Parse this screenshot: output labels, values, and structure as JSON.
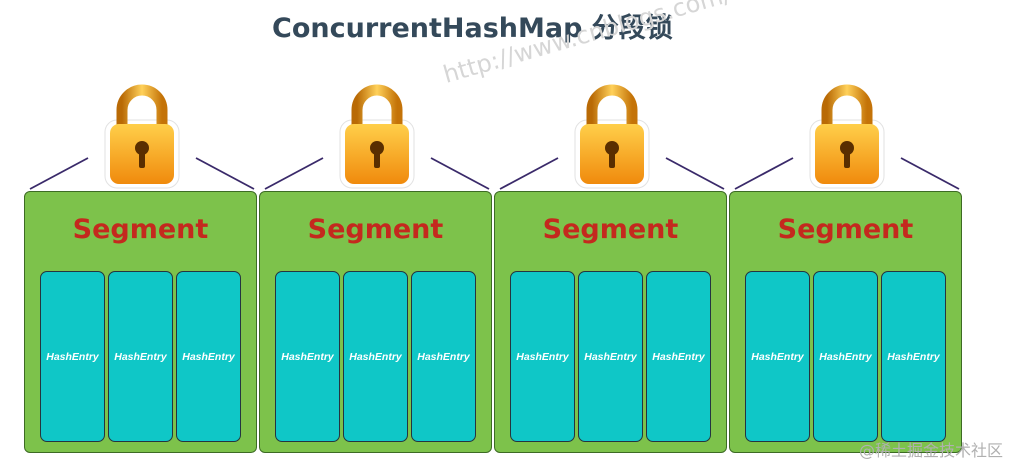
{
  "title": "ConcurrentHashMap 分段锁",
  "watermark": "http://www.cnblogs.com/chengxiao",
  "footer_watermark": "@稀土掘金技术社区",
  "colors": {
    "title": "#34495a",
    "segment_fill": "#7dc24b",
    "segment_label": "#c4291e",
    "entry_fill": "#0fc7c7",
    "lock_body": "#f7a21b",
    "connector": "#3a2a6a"
  },
  "lock_icon": "padlock-icon",
  "segments": [
    {
      "label": "Segment",
      "entries": [
        "HashEntry",
        "HashEntry",
        "HashEntry"
      ]
    },
    {
      "label": "Segment",
      "entries": [
        "HashEntry",
        "HashEntry",
        "HashEntry"
      ]
    },
    {
      "label": "Segment",
      "entries": [
        "HashEntry",
        "HashEntry",
        "HashEntry"
      ]
    },
    {
      "label": "Segment",
      "entries": [
        "HashEntry",
        "HashEntry",
        "HashEntry"
      ]
    }
  ]
}
